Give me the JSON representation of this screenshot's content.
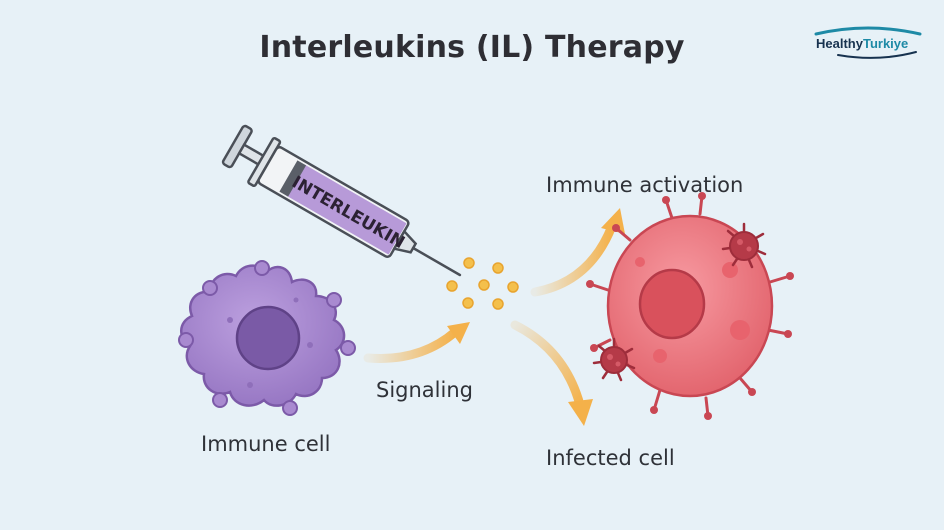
{
  "title": "Interleukins (IL) Therapy",
  "logo": {
    "part1": "Healthy",
    "part2": "Turkiye"
  },
  "syringe": {
    "label": "INTERLEUKIN"
  },
  "labels": {
    "immune_activation": "Immune activation",
    "signaling": "Signaling",
    "immune_cell": "Immune cell",
    "infected_cell": "Infected cell"
  },
  "colors": {
    "background": "#e7f1f7",
    "immune_cell": "#a98ad0",
    "immune_nucleus": "#7a5aa6",
    "infected_cell": "#ee7b83",
    "infected_nucleus": "#cf4b55",
    "virus": "#b53a48",
    "arrow": "#f4b14a",
    "syringe_fluid": "#b79ad8",
    "particles": "#f4c04c",
    "logo_dark": "#17324f",
    "logo_teal": "#1e8aa6"
  },
  "icons": {
    "syringe": "syringe-icon",
    "immune_cell": "immune-cell-icon",
    "infected_cell": "infected-cell-icon",
    "virus": "virus-icon",
    "arrow": "arrow-icon",
    "particles": "cytokine-particles-icon"
  }
}
